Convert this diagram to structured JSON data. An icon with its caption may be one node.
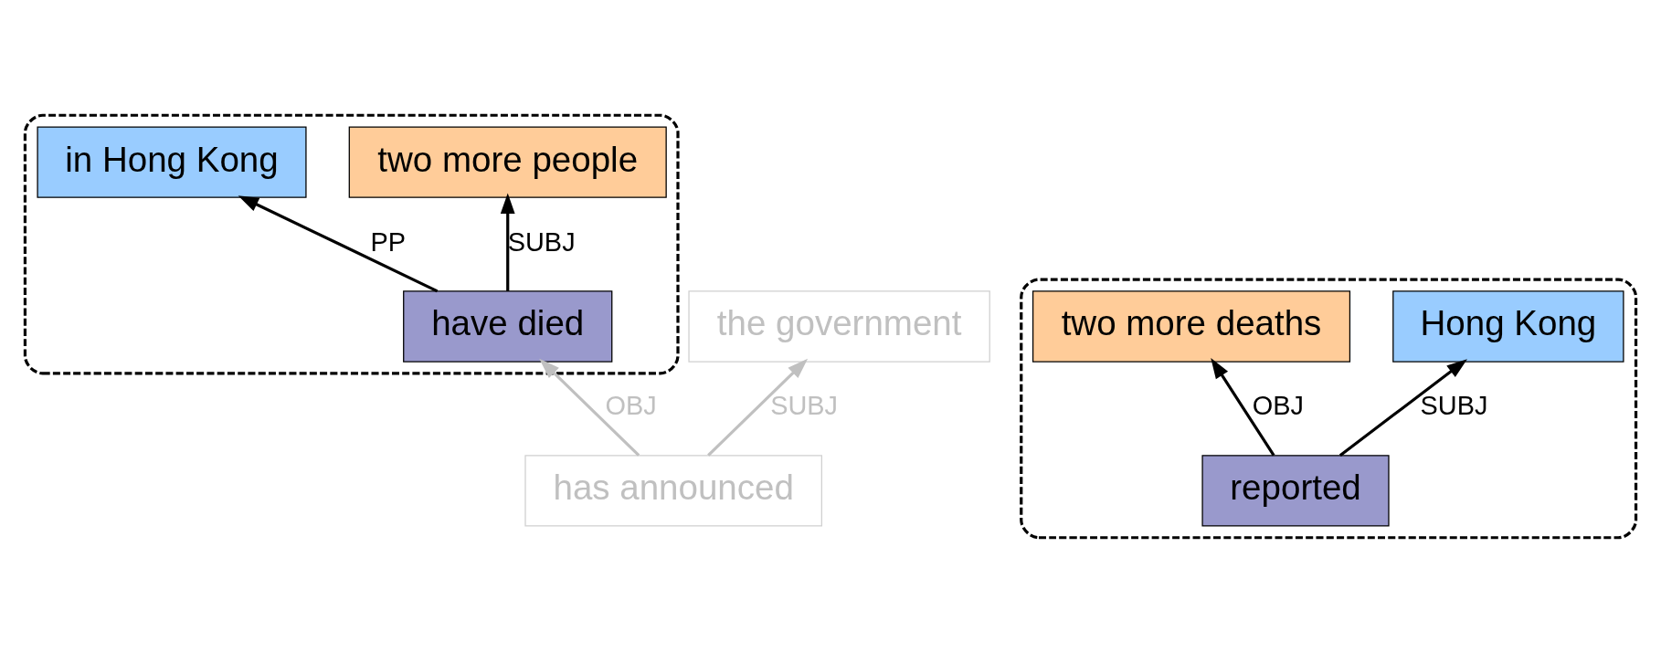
{
  "diagram": {
    "nodes": [
      {
        "text": [],
        "shape": "cloud"
      },
      {
        "text": [
          "in Hong Kong"
        ],
        "in": 0
      },
      {
        "text": [
          "two more people"
        ],
        "in": 0
      },
      {
        "text": [
          "have died"
        ],
        "in": 0
      },
      {
        "text": [
          "the government"
        ]
      },
      {
        "text": [
          "has announced"
        ]
      },
      {
        "text": [],
        "shape": "cloud"
      },
      {
        "text": [
          "two more deaths"
        ],
        "in": 6
      },
      {
        "text": [
          "Hong Kong"
        ],
        "in": 6
      },
      {
        "text": [
          "reported"
        ],
        "in": 6
      }
    ],
    "edges": [
      {
        "from": 3,
        "to": 1,
        "arrow": "to",
        "label": "PP"
      },
      {
        "from": 3,
        "to": 2,
        "arrow": "to",
        "label": "SUBJ"
      },
      {
        "from": 5,
        "to": 3,
        "arrow": "to",
        "label": "OBJ",
        "color": "#c0c0c0"
      },
      {
        "from": 5,
        "to": 4,
        "arrow": "to",
        "label": "SUBJ",
        "color": "#c0c0c0"
      },
      {
        "from": 9,
        "to": 7,
        "arrow": "to",
        "label": "OBJ"
      },
      {
        "from": 9,
        "to": 8,
        "arrow": "to",
        "label": "SUBJ"
      }
    ]
  }
}
